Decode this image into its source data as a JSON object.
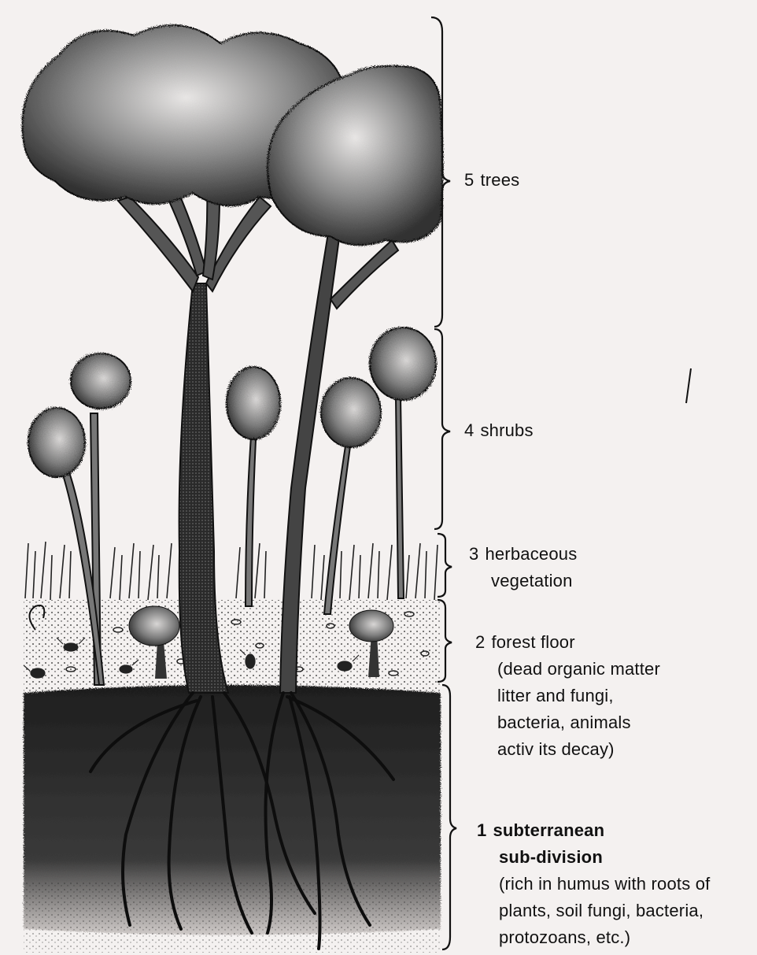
{
  "layers": [
    {
      "id": "trees",
      "number": "5",
      "name": "trees",
      "lines": []
    },
    {
      "id": "shrubs",
      "number": "4",
      "name": "shrubs",
      "lines": []
    },
    {
      "id": "herbaceous",
      "number": "3",
      "name": "herbaceous",
      "lines": [
        "vegetation"
      ]
    },
    {
      "id": "floor",
      "number": "2",
      "name": "forest floor",
      "lines": [
        "(dead organic matter",
        "litter and fungi,",
        "bacteria, animals",
        "activ its decay)"
      ]
    },
    {
      "id": "subterranean",
      "number": "1",
      "name": "subterranean",
      "bold_lines": [
        "sub-division"
      ],
      "lines": [
        "(rich in humus with roots of",
        "plants, soil fungi, bacteria,",
        "protozoans, etc.)"
      ]
    }
  ],
  "colors": {
    "ink": "#111111",
    "paper": "#f4f1f0",
    "canopy": "#5a5a5a"
  }
}
